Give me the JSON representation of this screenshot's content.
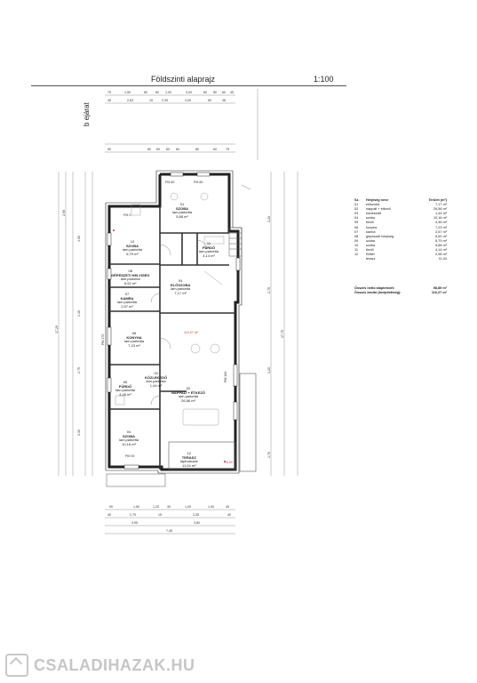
{
  "header": {
    "title": "Földszinti alaprajz",
    "scale": "1:100"
  },
  "north_label": "b ejárat",
  "rooms": [
    {
      "label": "01",
      "name": "SZOBA",
      "floor": "lam.parketta",
      "area": "5,88 m²"
    },
    {
      "label": "11",
      "name": "FÜRDŐ",
      "floor": "lam.parketta",
      "area": "4,14 m²"
    },
    {
      "label": "10",
      "name": "SZOBA",
      "floor": "lam.parketta",
      "area": "6,79 m²"
    },
    {
      "label": "08",
      "name": "GÉPÉSZETI HELYISÉG",
      "floor": "lam.parketta",
      "area": "5,52 m²"
    },
    {
      "label": "07",
      "name": "KAMRA",
      "floor": "lam.parketta",
      "area": "2,57 m²"
    },
    {
      "label": "04",
      "name": "ELŐSZOBA",
      "floor": "lam.parketta",
      "area": "7,17 m²"
    },
    {
      "label": "06",
      "name": "KONYHA",
      "floor": "lam.parketta",
      "area": "7,23 m²"
    },
    {
      "label": "05",
      "name": "FÜRDŐ",
      "floor": "lam.parketta",
      "area": "4,45 m²"
    },
    {
      "label": "03",
      "name": "KÖZLEKEDŐ",
      "floor": "lam.parketta",
      "area": "1,44 m²"
    },
    {
      "label": "02",
      "name": "NAPPALI + ÉTKEZŐ",
      "floor": "lam.parketta",
      "area": "26,56 m²"
    },
    {
      "label": "04",
      "name": "SZOBA",
      "floor": "lam.parketta",
      "area": "10,16 m²"
    },
    {
      "label": "12",
      "name": "TERASZ",
      "floor": "lapburkolat",
      "area": "11,04 m²"
    }
  ],
  "marks": {
    "pm1": "PM 80",
    "pm2": "PM 80",
    "pm3": "PM 0",
    "pm4": "PM 90",
    "pm5": "PM 170",
    "pm6": "PM 100",
    "level": "+0,00",
    "floorheight": "110,27 m²"
  },
  "legend": {
    "headers": [
      "Sz.",
      "Helyiség neve",
      "Terület (m²)"
    ],
    "rows": [
      [
        "01",
        "előszoba",
        "7,17 m²"
      ],
      [
        "02",
        "nappali + étkező",
        "26,56 m²"
      ],
      [
        "03",
        "közlekedő",
        "1,44 m²"
      ],
      [
        "04",
        "szoba",
        "10,16 m²"
      ],
      [
        "05",
        "fürdő",
        "4,45 m²"
      ],
      [
        "06",
        "konyha",
        "7,23 m²"
      ],
      [
        "07",
        "kamra",
        "2,57 m²"
      ],
      [
        "08",
        "gépészeti helyiség",
        "5,52 m²"
      ],
      [
        "09",
        "szoba",
        "6,79 m²"
      ],
      [
        "10",
        "szoba",
        "5,88 m²"
      ],
      [
        "11",
        "fürdő",
        "4,14 m²"
      ],
      [
        "12",
        "Előtér",
        "2,98 m²"
      ],
      [
        "",
        "terasz",
        "11,04"
      ]
    ],
    "net_label": "Összes nettó alapterület:",
    "net_value": "98,89 m²",
    "gross_label": "Összes bruttó (beépítettség):",
    "gross_value": "110,27 m²"
  },
  "dims": {
    "top1": [
      "75",
      "1,50",
      "60",
      "60",
      "1,00",
      "3,00",
      "60",
      "80",
      "60",
      "45"
    ],
    "top2": [
      "45",
      "2,63",
      "15",
      "2,35",
      "3,00",
      "60",
      "48"
    ],
    "top3": [
      "90",
      "60",
      "60",
      "60",
      "60",
      "80",
      "60",
      "75"
    ],
    "bottom1": [
      "90",
      "1,50",
      "1,20",
      "30",
      "1,00",
      "1,00",
      "45"
    ],
    "bottom2": [
      "45",
      "2,75",
      "15",
      "3,35",
      "45"
    ],
    "bottom3": [
      "3,95",
      "3,80"
    ],
    "bottom4": "7,45",
    "left": [
      "17,20",
      "2,95",
      "4,00",
      "1,10",
      "2,75",
      "3,30"
    ],
    "right": [
      "17,70",
      "3,20",
      "2,75",
      "3,20",
      "1,70"
    ]
  },
  "brand": "CSALADIHAZAK.HU"
}
